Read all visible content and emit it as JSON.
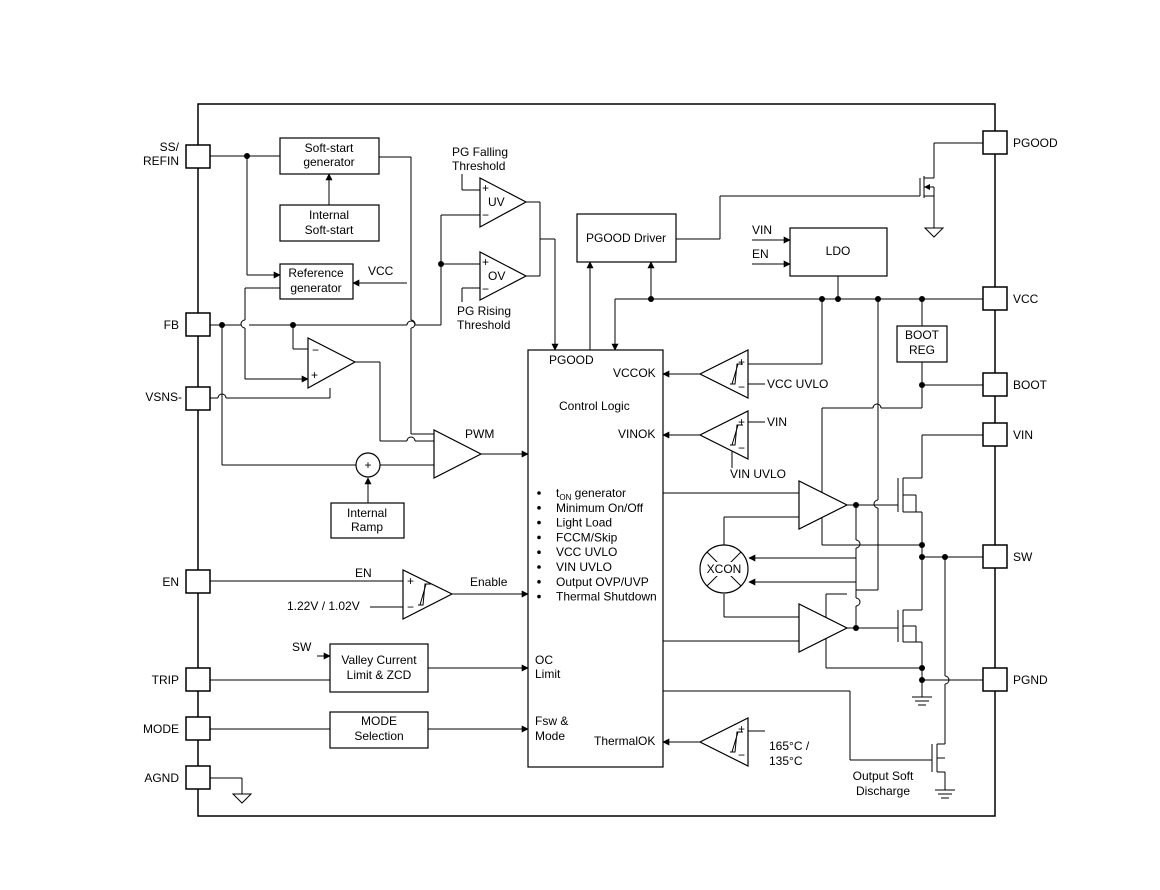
{
  "pins": {
    "ss_refin": [
      "SS/",
      "REFIN"
    ],
    "fb": "FB",
    "vsns": "VSNS-",
    "en": "EN",
    "trip": "TRIP",
    "mode": "MODE",
    "agnd": "AGND",
    "pgood": "PGOOD",
    "vcc": "VCC",
    "boot": "BOOT",
    "vin": "VIN",
    "sw": "SW",
    "pgnd": "PGND"
  },
  "blocks": {
    "softstart_gen": [
      "Soft-start",
      "generator"
    ],
    "internal_softstart": [
      "Internal",
      "Soft-start"
    ],
    "reference_gen": [
      "Reference",
      "generator"
    ],
    "internal_ramp": [
      "Internal",
      "Ramp"
    ],
    "valley_current": [
      "Valley Current",
      "Limit & ZCD"
    ],
    "mode_selection": [
      "MODE",
      "Selection"
    ],
    "pgood_driver": "PGOOD Driver",
    "ldo": "LDO",
    "boot_reg": [
      "BOOT",
      "REG"
    ],
    "xcon": "XCON"
  },
  "control_logic": {
    "title": "Control Logic",
    "pgood": "PGOOD",
    "vccok": "VCCOK",
    "vinok": "VINOK",
    "oc_limit": [
      "OC",
      "Limit"
    ],
    "fsw_mode": [
      "Fsw &",
      "Mode"
    ],
    "thermalok": "ThermalOK",
    "features": [
      {
        "main": "t",
        "sub": "ON",
        "rest": " generator"
      },
      {
        "main": "Minimum On/Off"
      },
      {
        "main": "Light Load"
      },
      {
        "main": "FCCM/Skip"
      },
      {
        "main": "VCC UVLO"
      },
      {
        "main": "VIN UVLO"
      },
      {
        "main": "Output OVP/UVP"
      },
      {
        "main": "Thermal Shutdown"
      }
    ]
  },
  "labels": {
    "pg_falling": [
      "PG Falling",
      "Threshold"
    ],
    "pg_rising": [
      "PG Rising",
      "Threshold"
    ],
    "uv": "UV",
    "ov": "OV",
    "vcc_ref": "VCC",
    "pwm": "PWM",
    "en_line": "EN",
    "en_thresholds": "1.22V / 1.02V",
    "enable": "Enable",
    "sw_in": "SW",
    "vin_ldo": "VIN",
    "en_ldo": "EN",
    "vcc_uvlo": "VCC UVLO",
    "vin_cmp": "VIN",
    "vin_uvlo": "VIN UVLO",
    "thermal": [
      "165°C /",
      "135°C"
    ],
    "output_soft": [
      "Output Soft",
      "Discharge"
    ],
    "plus": "+",
    "minus": "−"
  }
}
